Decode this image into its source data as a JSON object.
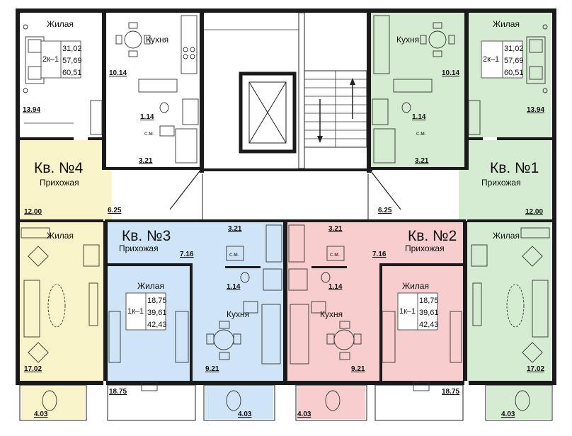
{
  "colors": {
    "apt1": "#d6ecd2",
    "apt2": "#f7cdcd",
    "apt3": "#cfe4f6",
    "apt4": "#f8f3c8",
    "wall": "#1a1a1a"
  },
  "apartments": {
    "apt1": {
      "title": "Кв. №1",
      "hall": "Прихожая",
      "living": "Жилая",
      "kitchen": "Кухня",
      "living2": "Жилая",
      "sm1": "с.м.",
      "info": {
        "type": "2к–1",
        "v1": "31,02",
        "v2": "57,69",
        "v3": "60,51"
      },
      "areas": {
        "room_top": "13.94",
        "kitchen": "10.14",
        "bath": "1.14",
        "bath2": "3.21",
        "hall": "12.00",
        "corridor": "6.25",
        "room_bottom": "17.02",
        "balcony": "4.03"
      }
    },
    "apt2": {
      "title": "Кв. №2",
      "hall": "Прихожая",
      "living": "Жилая",
      "kitchen": "Кухня",
      "sm1": "с.м.",
      "info": {
        "type": "1к–1",
        "v1": "18,75",
        "v2": "39,61",
        "v3": "42,43"
      },
      "areas": {
        "bath2": "3.21",
        "hall": "7.16",
        "bath": "1.14",
        "kitchen": "9.21",
        "room": "18.75",
        "balcony": "4.03"
      }
    },
    "apt3": {
      "title": "Кв. №3",
      "hall": "Прихожая",
      "living": "Жилая",
      "kitchen": "Кухня",
      "sm1": "с.м.",
      "info": {
        "type": "1к–1",
        "v1": "18,75",
        "v2": "39,61",
        "v3": "42,43"
      },
      "areas": {
        "bath2": "3.21",
        "hall": "7.16",
        "bath": "1.14",
        "kitchen": "9.21",
        "room": "18.75",
        "balcony": "4.03"
      }
    },
    "apt4": {
      "title": "Кв. №4",
      "hall": "Прихожая",
      "living": "Жилая",
      "kitchen": "Кухня",
      "living2": "Жилая",
      "sm1": "с.м.",
      "info": {
        "type": "2к–1",
        "v1": "31,02",
        "v2": "57,69",
        "v3": "60,51"
      },
      "areas": {
        "room_top": "13.94",
        "kitchen": "10.14",
        "bath": "1.14",
        "bath2": "3.21",
        "hall": "12.00",
        "corridor": "6.25",
        "room_bottom": "17.02",
        "balcony": "4.03"
      }
    }
  }
}
